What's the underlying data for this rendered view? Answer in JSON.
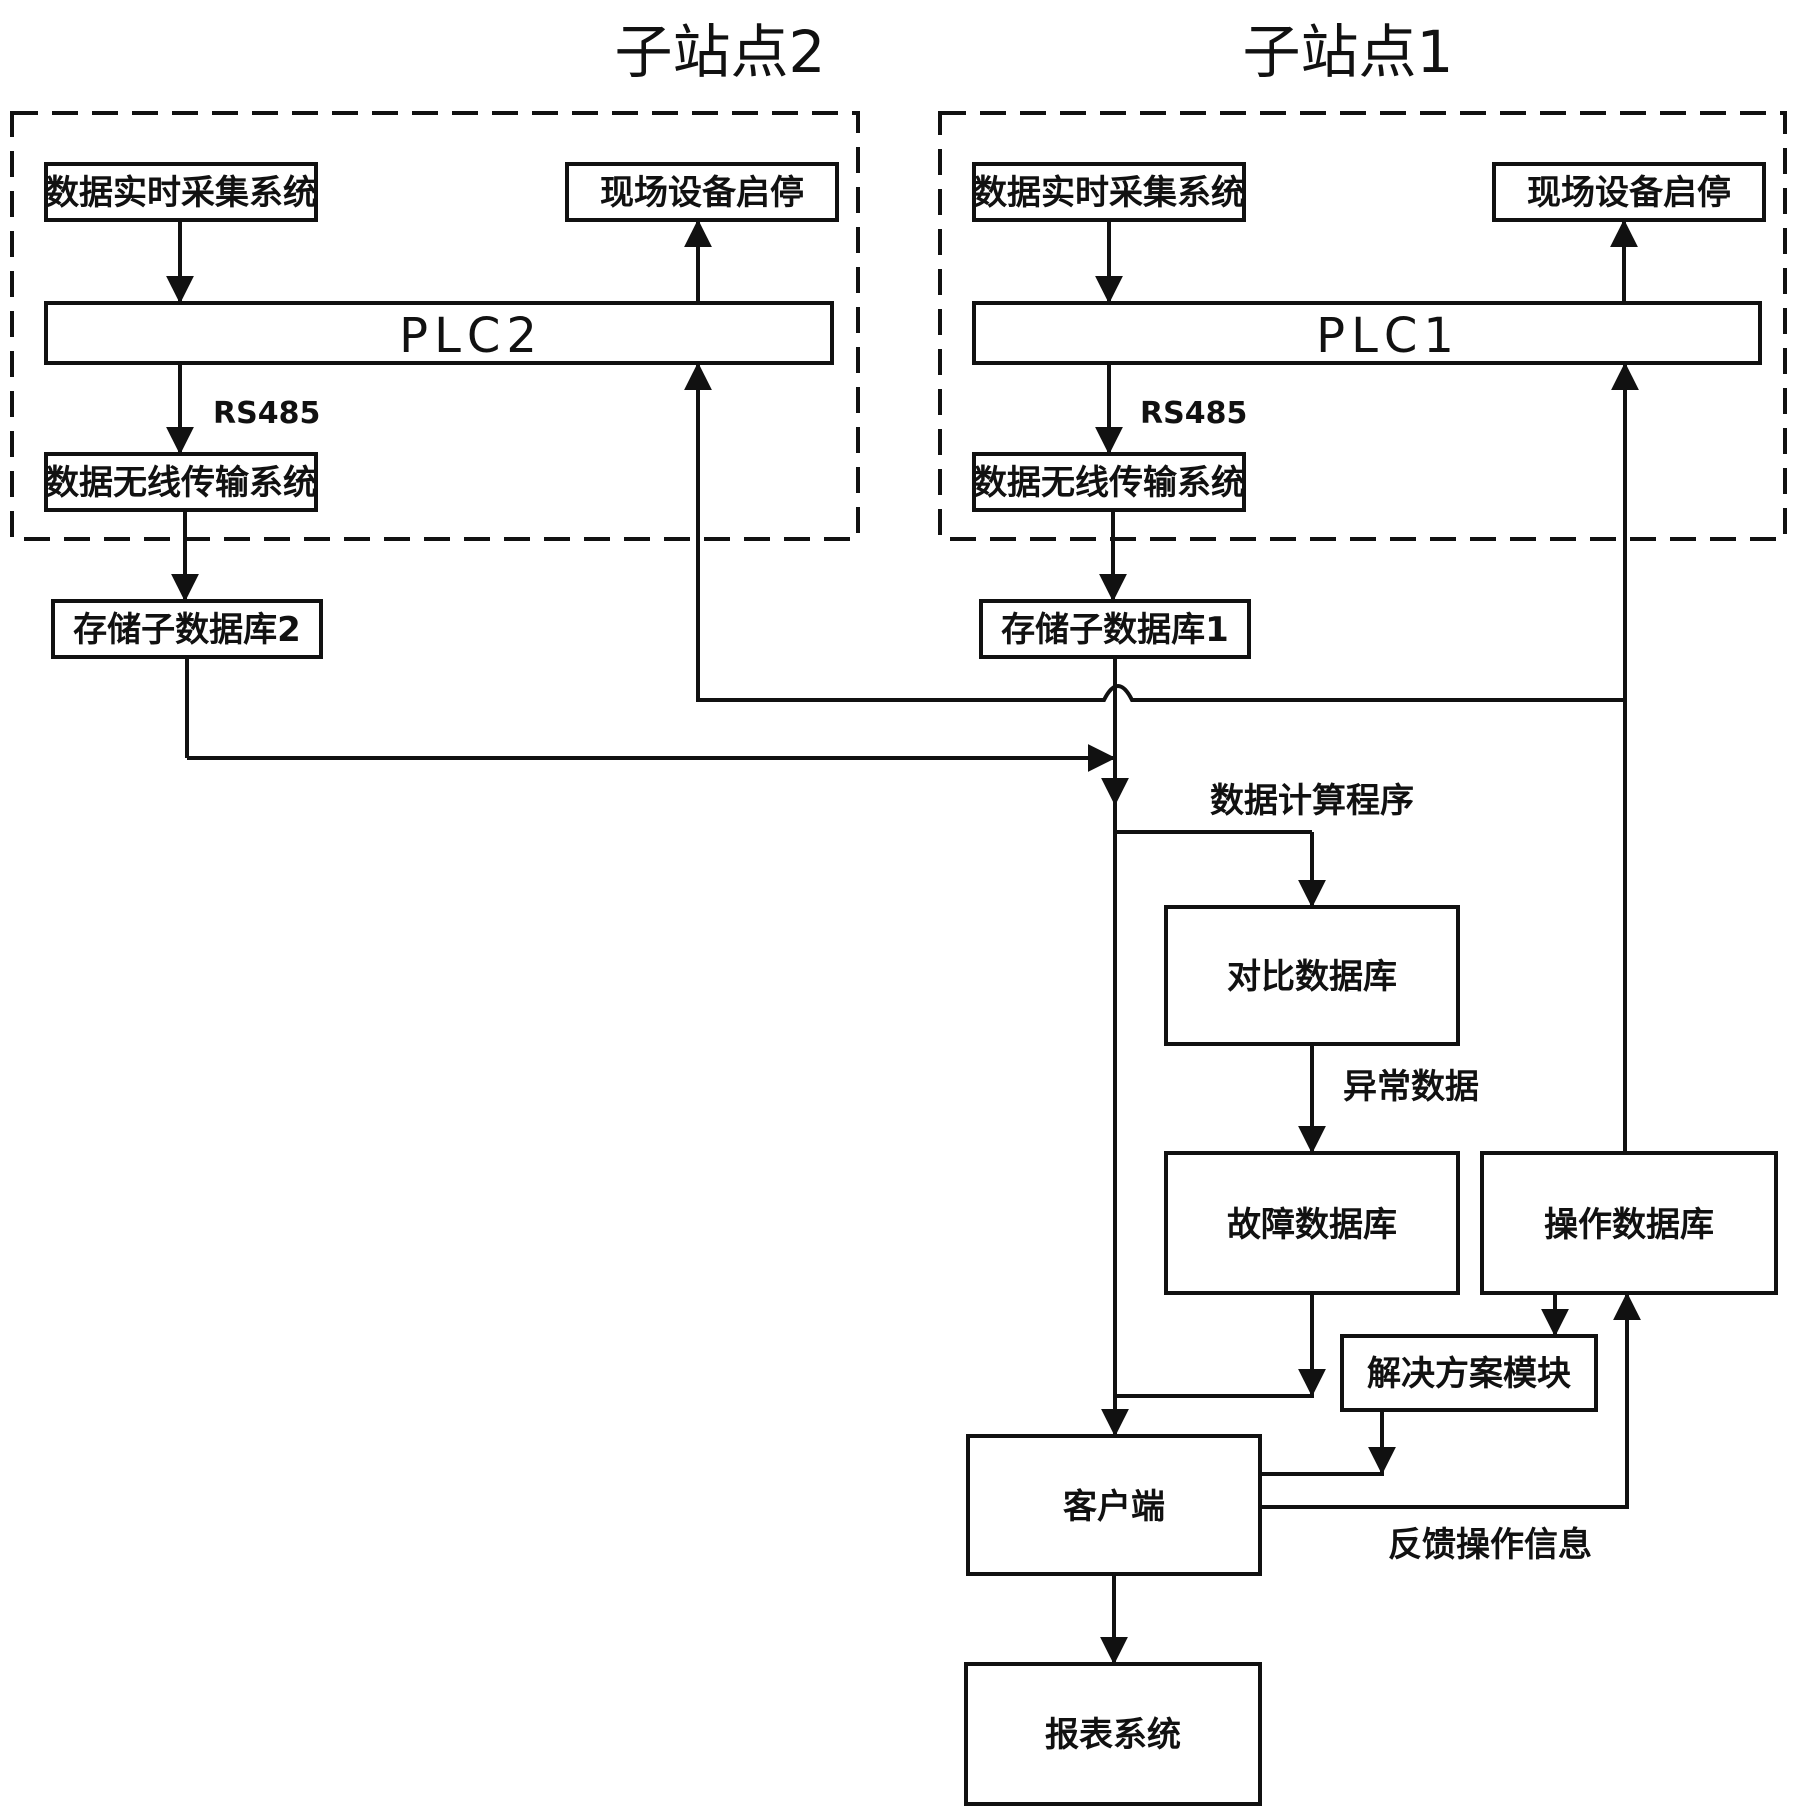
{
  "stations": {
    "station2": {
      "title": "子站点2",
      "collect": "数据实时采集系统",
      "equipment": "现场设备启停",
      "plc": "PLC2",
      "bus": "RS485",
      "wireless": "数据无线传输系统",
      "storage": "存储子数据库2"
    },
    "station1": {
      "title": "子站点1",
      "collect": "数据实时采集系统",
      "equipment": "现场设备启停",
      "plc": "PLC1",
      "bus": "RS485",
      "wireless": "数据无线传输系统",
      "storage": "存储子数据库1"
    }
  },
  "center": {
    "calc_program": "数据计算程序",
    "compare_db": "对比数据库",
    "abnormal_data": "异常数据",
    "fault_db": "故障数据库",
    "operation_db": "操作数据库",
    "solution_module": "解决方案模块",
    "client": "客户端",
    "feedback": "反馈操作信息",
    "report_system": "报表系统"
  }
}
